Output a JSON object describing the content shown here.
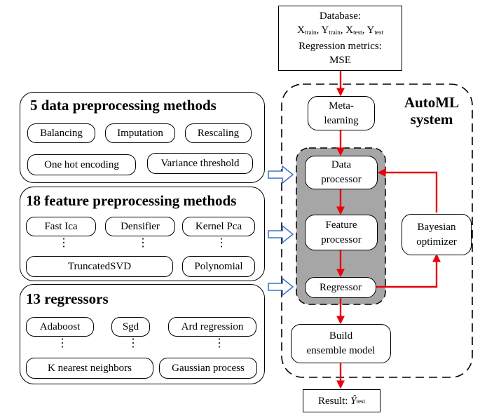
{
  "database": {
    "title": "Database:",
    "vars": [
      "X",
      "train",
      "Y",
      "train",
      "X",
      "test",
      "Y",
      "test"
    ],
    "metrics_label": "Regression metrics:",
    "metric": "MSE"
  },
  "data_panel": {
    "title": "5 data preprocessing methods",
    "items": [
      "Balancing",
      "Imputation",
      "Rescaling",
      "One hot encoding",
      "Variance threshold"
    ]
  },
  "feature_panel": {
    "title": "18 feature preprocessing methods",
    "items": [
      "Fast Ica",
      "Densifier",
      "Kernel Pca",
      "TruncatedSVD",
      "Polynomial"
    ],
    "dots": "⋮"
  },
  "regressor_panel": {
    "title": "13 regressors",
    "items": [
      "Adaboost",
      "Sgd",
      "Ard regression",
      "K nearest neighbors",
      "Gaussian process"
    ],
    "dots": "⋮"
  },
  "automl": {
    "title_line1": "AutoML",
    "title_line2": "system",
    "meta_learning": [
      "Meta-",
      "learning"
    ],
    "data_processor": [
      "Data",
      "processor"
    ],
    "feature_processor": [
      "Feature",
      "processor"
    ],
    "regressor": "Regressor",
    "bayesian": [
      "Bayesian",
      "optimizer"
    ],
    "ensemble": [
      "Build",
      "ensemble model"
    ]
  },
  "result": {
    "label": "Result: ",
    "symbol": "Ŷ",
    "sub": "test"
  },
  "colors": {
    "arrow_red": "#e8000b",
    "arrow_blue": "#4472c4",
    "grey_panel": "#a6a6a6"
  }
}
